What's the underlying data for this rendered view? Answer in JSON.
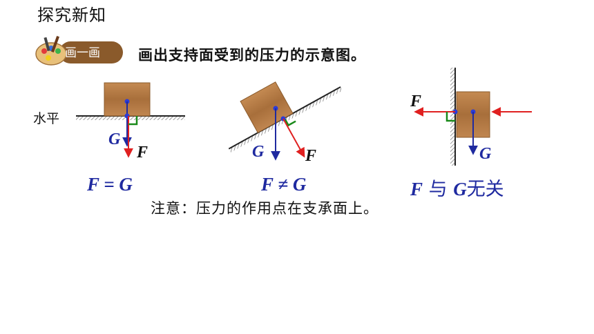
{
  "section_title": "探究新知",
  "badge": {
    "label": "画一画"
  },
  "instruction": "画出支持面受到的压力的示意图。",
  "figures": {
    "horizontal": {
      "surface_label": "水平",
      "gravity_label": "G",
      "pressure_label": "F",
      "caption_text": "F = G"
    },
    "incline": {
      "gravity_label": "G",
      "pressure_label": "F",
      "caption_text": "F ≠ G"
    },
    "wall": {
      "gravity_label": "G",
      "pressure_label": "F",
      "caption_f": "F",
      "caption_mid": " 与 ",
      "caption_g": "G",
      "caption_tail": "无关"
    }
  },
  "note": "注意：压力的作用点在支承面上。",
  "colors": {
    "force_pressure": "#e02020",
    "force_gravity": "#1f2aa0",
    "right_angle": "#1a8a1a",
    "block_wood": "#b07a44",
    "badge_brown": "#8a5a2b"
  }
}
